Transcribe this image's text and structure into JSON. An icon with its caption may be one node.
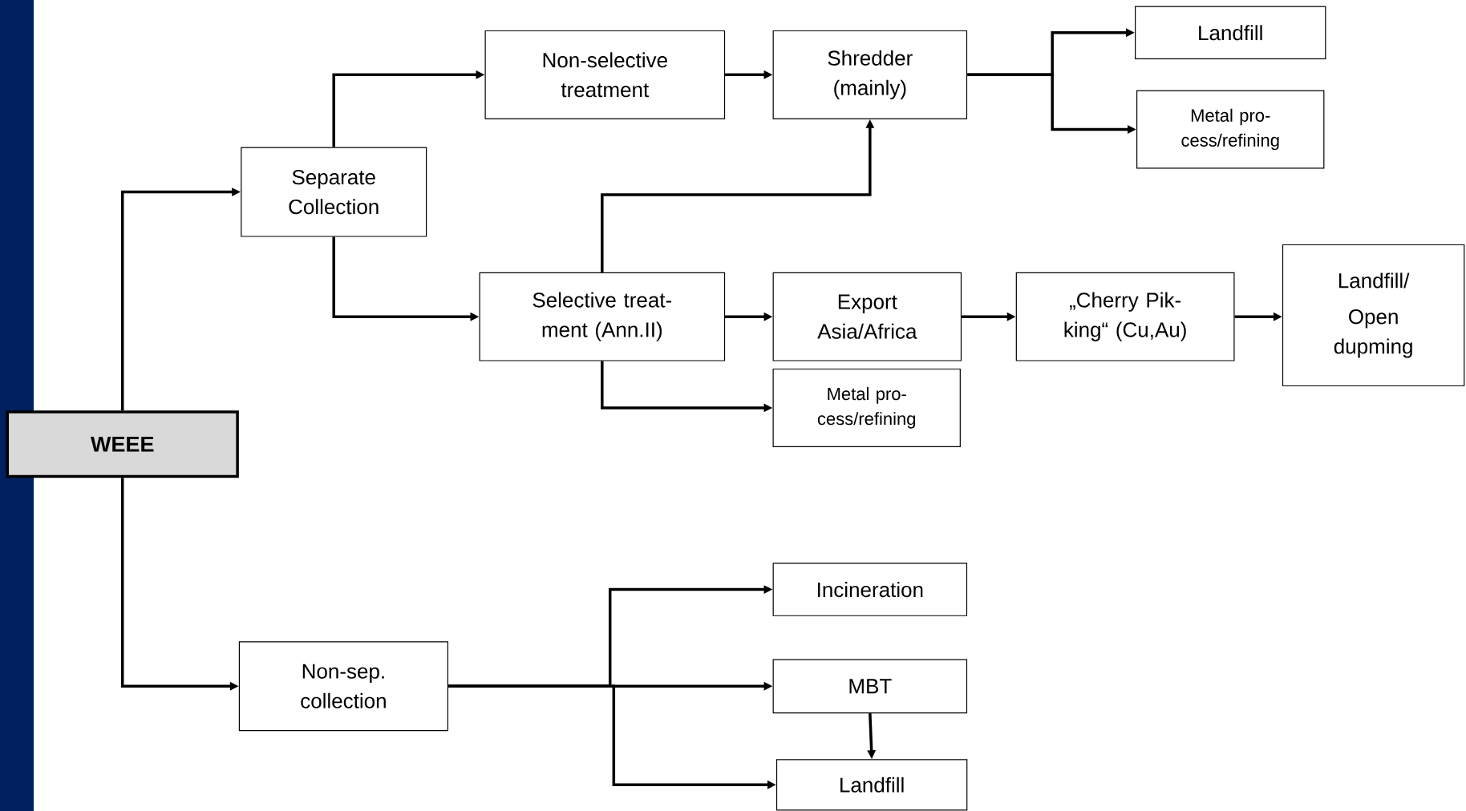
{
  "diagram": {
    "nodes": [
      {
        "text": [
          "WEEE"
        ]
      },
      {
        "text": [
          "Separate Collection"
        ]
      },
      {
        "text": [
          "Non-selective treatment"
        ]
      },
      {
        "text": [
          "Shredder (mainly)"
        ]
      },
      {
        "text": [
          "Landfill"
        ]
      },
      {
        "text": [
          "Metal pro- cess/refining"
        ]
      },
      {
        "text": [
          "Selective treat- ment (Ann.II)"
        ]
      },
      {
        "text": [
          "Export Asia/Africa"
        ]
      },
      {
        "text": [
          "„Cherry Pik- king“ (Cu,Au)"
        ]
      },
      {
        "text": [
          "Landfill/",
          "Open dupming"
        ]
      },
      {
        "text": [
          "Metal pro- cess/refining"
        ]
      },
      {
        "text": [
          "Non-sep. collection"
        ]
      },
      {
        "text": [
          "Incineration"
        ]
      },
      {
        "text": [
          "MBT"
        ]
      },
      {
        "text": [
          "Landfill"
        ]
      }
    ],
    "edges": [
      {
        "from": 0,
        "to": 1,
        "arrow": "to"
      },
      {
        "from": 0,
        "to": 11,
        "arrow": "to"
      },
      {
        "from": 1,
        "to": 2,
        "arrow": "to"
      },
      {
        "from": 1,
        "to": 6,
        "arrow": "to"
      },
      {
        "from": 2,
        "to": 3,
        "arrow": "to"
      },
      {
        "from": 3,
        "to": 4,
        "arrow": "to"
      },
      {
        "from": 3,
        "to": 5,
        "arrow": "to"
      },
      {
        "from": 6,
        "to": 3,
        "arrow": "to"
      },
      {
        "from": 6,
        "to": 7,
        "arrow": "to"
      },
      {
        "from": 7,
        "to": 8,
        "arrow": "to"
      },
      {
        "from": 8,
        "to": 9,
        "arrow": "to"
      },
      {
        "from": 6,
        "to": 10,
        "arrow": "to"
      },
      {
        "from": 11,
        "to": 12,
        "arrow": "to"
      },
      {
        "from": 11,
        "to": 13,
        "arrow": "to"
      },
      {
        "from": 11,
        "to": 14,
        "arrow": "to"
      },
      {
        "from": 13,
        "to": 14,
        "arrow": "to"
      }
    ]
  }
}
